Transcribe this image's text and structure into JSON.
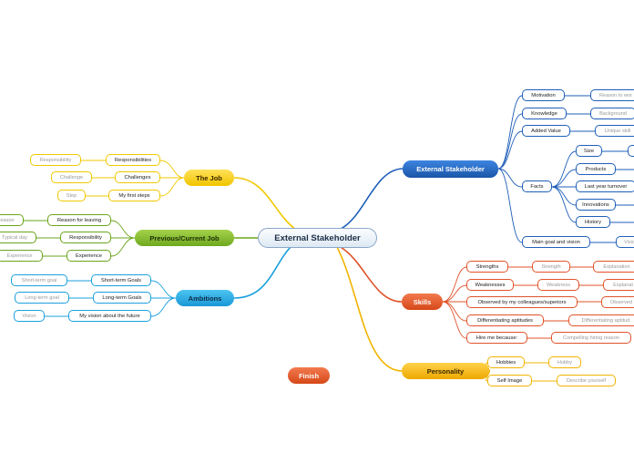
{
  "central": {
    "label": "External Stakeholder"
  },
  "branches": {
    "external": {
      "label": "External Stakeholder",
      "subs": {
        "motivation": {
          "label": "Motivation",
          "leaf": "Reason to wor"
        },
        "knowledge": {
          "label": "Knowledge",
          "leaf": "Background"
        },
        "added_value": {
          "label": "Added Value",
          "leaf": "Unique skill"
        },
        "facts": {
          "label": "Facts",
          "items": {
            "size": {
              "label": "Size"
            },
            "products": {
              "label": "Products"
            },
            "turnover": {
              "label": "Last year turnover"
            },
            "innovations": {
              "label": "Innovations"
            },
            "history": {
              "label": "History"
            }
          }
        },
        "main_goal": {
          "label": "Main goal and vision",
          "leaf": "Visio"
        }
      }
    },
    "skills": {
      "label": "Skills",
      "subs": {
        "strengths": {
          "label": "Strengths",
          "mid": "Strength",
          "leaf": "Explanation"
        },
        "weaknesses": {
          "label": "Weaknesses",
          "mid": "Weakness",
          "leaf": "Explanat"
        },
        "observed": {
          "label": "Observed by my colleagues/superiors",
          "leaf": "Observed"
        },
        "differentiating": {
          "label": "Differentiating aptitudes",
          "leaf": "Differentiating aptitud"
        },
        "hire": {
          "label": "Hire me because:",
          "leaf": "Compelling hiring reason"
        }
      }
    },
    "personality": {
      "label": "Personality",
      "subs": {
        "hobbies": {
          "label": "Hobbies",
          "leaf": "Hobby"
        },
        "self_image": {
          "label": "Self Image",
          "leaf": "Describe yourself"
        }
      }
    },
    "job": {
      "label": "The Job",
      "subs": {
        "responsibilities": {
          "label": "Responsibilities",
          "leaf": "Responsibility"
        },
        "challenges": {
          "label": "Challenges",
          "leaf": "Challenge"
        },
        "first_steps": {
          "label": "My first steps",
          "leaf": "Step"
        }
      }
    },
    "previous": {
      "label": "Previous/Current Job",
      "subs": {
        "leaving": {
          "label": "Reason for leaving",
          "leaf": "eason"
        },
        "responsibility": {
          "label": "Responsibility",
          "leaf": "Typical day"
        },
        "experience": {
          "label": "Experience",
          "leaf": "Experience"
        }
      }
    },
    "ambitions": {
      "label": "Ambitions",
      "subs": {
        "short": {
          "label": "Short-term Goals",
          "leaf": "Short-term goal"
        },
        "long": {
          "label": "Long-term Goals",
          "leaf": "Long-term goal"
        },
        "vision": {
          "label": "My vision about the future",
          "leaf": "Vision"
        }
      }
    }
  },
  "finish": {
    "label": "Finish"
  },
  "colors": {
    "blue": "#1f5fb8",
    "orange_red": "#e0532a",
    "gold": "#f0b400",
    "lime": "#6aa51c",
    "cyan": "#1ba0dd",
    "finish": "#e0532a",
    "central_border": "#8aa6c8"
  }
}
